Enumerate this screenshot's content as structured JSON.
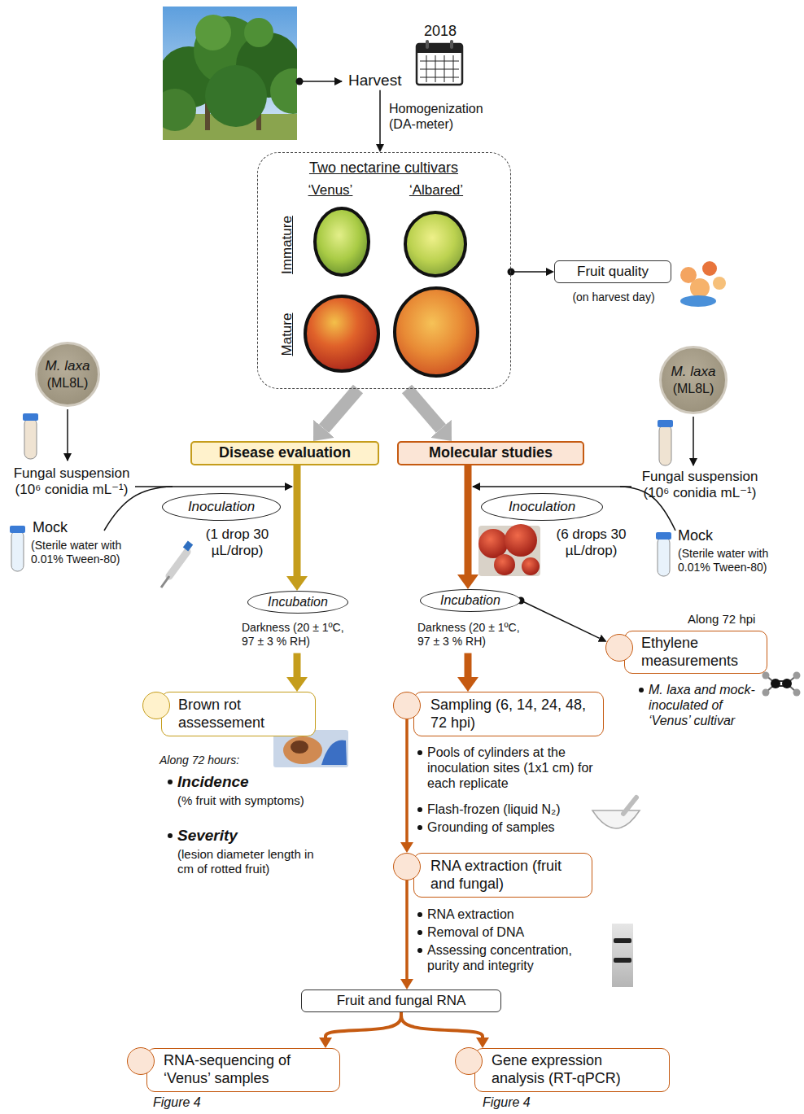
{
  "diagram": {
    "nodes": [
      {
        "text": [
          "Harvest"
        ]
      },
      {
        "text": [
          "Two nectarine cultivars",
          "‘Venus’",
          "‘Albared’",
          "Immature",
          "Mature"
        ]
      },
      {
        "text": [
          "Fruit quality",
          "(on harvest day)"
        ]
      },
      {
        "text": [
          "M. laxa",
          "(ML8L)"
        ]
      },
      {
        "text": [
          "M. laxa",
          "(ML8L)"
        ]
      },
      {
        "text": [
          "Disease evaluation"
        ]
      },
      {
        "text": [
          "Molecular studies"
        ]
      },
      {
        "text": [
          "Inoculation",
          "(1 drop 30 µL/drop)"
        ]
      },
      {
        "text": [
          "Inoculation",
          "(6 drops 30 µL/drop)"
        ]
      },
      {
        "text": [
          "Incubation",
          "Darkness (20 ± 1ºC, 97 ± 3 % RH)"
        ]
      },
      {
        "text": [
          "Incubation",
          "Darkness (20 ± 1ºC, 97 ± 3 % RH)"
        ]
      },
      {
        "text": [
          "Ethylene measurements"
        ]
      },
      {
        "text": [
          "Brown rot assessement"
        ]
      },
      {
        "text": [
          "Sampling (6, 14, 24, 48, 72 hpi)"
        ]
      },
      {
        "text": [
          "RNA extraction (fruit and fungal)"
        ]
      },
      {
        "text": [
          "Fruit and fungal RNA"
        ]
      },
      {
        "text": [
          "RNA-sequencing of ‘Venus’ samples"
        ]
      },
      {
        "text": [
          "Gene expression analysis (RT-qPCR)"
        ]
      }
    ],
    "edges": [
      {
        "from": 0,
        "to": 1,
        "label": "Homogenization (DA-meter)",
        "arrow": "to"
      },
      {
        "from": 1,
        "to": 2,
        "arrow": "to"
      },
      {
        "from": 1,
        "to": 5,
        "arrow": "to"
      },
      {
        "from": 1,
        "to": 6,
        "arrow": "to"
      },
      {
        "from": 5,
        "to": 9,
        "arrow": "to"
      },
      {
        "from": 9,
        "to": 12,
        "arrow": "to"
      },
      {
        "from": 6,
        "to": 10,
        "arrow": "to"
      },
      {
        "from": 10,
        "to": 11,
        "arrow": "to"
      },
      {
        "from": 10,
        "to": 13,
        "arrow": "to"
      },
      {
        "from": 13,
        "to": 14,
        "arrow": "to"
      },
      {
        "from": 14,
        "to": 15,
        "arrow": "to"
      },
      {
        "from": 15,
        "to": 16,
        "arrow": "to"
      },
      {
        "from": 15,
        "to": 17,
        "arrow": "to"
      }
    ],
    "labels": [
      "2018",
      "Fungal suspension (10⁶ conidia mL⁻¹)",
      "Mock",
      "(Sterile water with 0.01% Tween-80)",
      "Fungal suspension (10⁶ conidia mL⁻¹)",
      "Mock",
      "(Sterile water with 0.01% Tween-80)",
      "Along 72 hpi",
      "M. laxa and mock-inoculated of ‘Venus’ cultivar",
      "Along 72 hours:",
      "Incidence",
      "(% fruit with symptoms)",
      "Severity",
      "(lesion diameter length in cm of rotted fruit)",
      "Pools of cylinders at the inoculation sites (1x1 cm) for each replicate",
      "Flash-frozen (liquid N₂)",
      "Grounding of samples",
      "RNA extraction",
      "Removal of DNA",
      "Assessing concentration, purity and integrity",
      "Figure 4",
      "Figure 4"
    ]
  }
}
